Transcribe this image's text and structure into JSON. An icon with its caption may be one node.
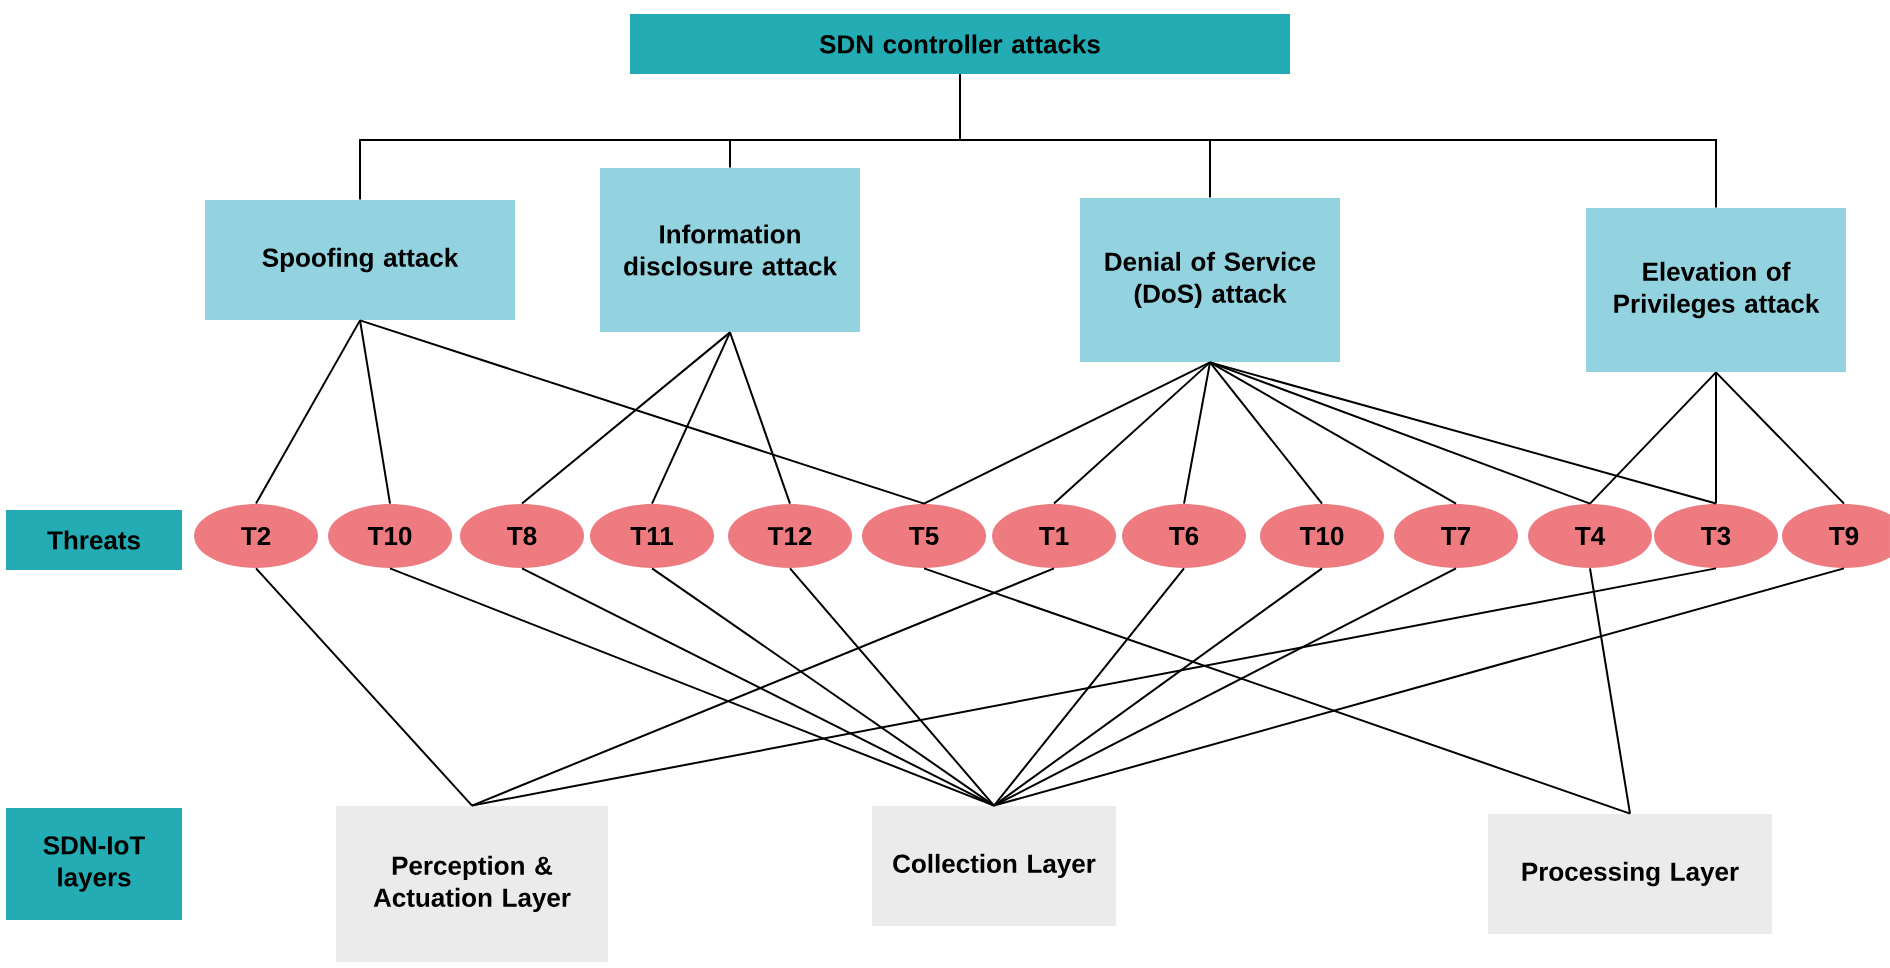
{
  "diagram": {
    "nodes": [
      {
        "text": [
          "SDN controller attacks"
        ]
      },
      {
        "text": [
          "Spoofing attack"
        ]
      },
      {
        "text": [
          "Information disclosure attack"
        ]
      },
      {
        "text": [
          "Denial of Service (DoS) attack"
        ]
      },
      {
        "text": [
          "Elevation of Privileges attack"
        ]
      },
      {
        "text": [
          "Threats"
        ]
      },
      {
        "text": [
          "T2"
        ]
      },
      {
        "text": [
          "T10"
        ]
      },
      {
        "text": [
          "T8"
        ]
      },
      {
        "text": [
          "T11"
        ]
      },
      {
        "text": [
          "T12"
        ]
      },
      {
        "text": [
          "T5"
        ]
      },
      {
        "text": [
          "T1"
        ]
      },
      {
        "text": [
          "T6"
        ]
      },
      {
        "text": [
          "T10"
        ]
      },
      {
        "text": [
          "T7"
        ]
      },
      {
        "text": [
          "T4"
        ]
      },
      {
        "text": [
          "T3"
        ]
      },
      {
        "text": [
          "T9"
        ]
      },
      {
        "text": [
          "SDN-IoT layers"
        ]
      },
      {
        "text": [
          "Perception & Actuation Layer"
        ]
      },
      {
        "text": [
          "Collection Layer"
        ]
      },
      {
        "text": [
          "Processing Layer"
        ]
      }
    ],
    "edges": [
      {
        "from": 0,
        "to": 1,
        "arrow": "none"
      },
      {
        "from": 0,
        "to": 2,
        "arrow": "none"
      },
      {
        "from": 0,
        "to": 3,
        "arrow": "none"
      },
      {
        "from": 0,
        "to": 4,
        "arrow": "none"
      },
      {
        "from": 1,
        "to": 6,
        "arrow": "none"
      },
      {
        "from": 1,
        "to": 7,
        "arrow": "none"
      },
      {
        "from": 1,
        "to": 11,
        "arrow": "none"
      },
      {
        "from": 2,
        "to": 8,
        "arrow": "none"
      },
      {
        "from": 2,
        "to": 9,
        "arrow": "none"
      },
      {
        "from": 2,
        "to": 10,
        "arrow": "none"
      },
      {
        "from": 3,
        "to": 11,
        "arrow": "none"
      },
      {
        "from": 3,
        "to": 12,
        "arrow": "none"
      },
      {
        "from": 3,
        "to": 13,
        "arrow": "none"
      },
      {
        "from": 3,
        "to": 14,
        "arrow": "none"
      },
      {
        "from": 3,
        "to": 15,
        "arrow": "none"
      },
      {
        "from": 3,
        "to": 16,
        "arrow": "none"
      },
      {
        "from": 3,
        "to": 17,
        "arrow": "none"
      },
      {
        "from": 4,
        "to": 16,
        "arrow": "none"
      },
      {
        "from": 4,
        "to": 17,
        "arrow": "none"
      },
      {
        "from": 4,
        "to": 18,
        "arrow": "none"
      },
      {
        "from": 6,
        "to": 20,
        "arrow": "none"
      },
      {
        "from": 7,
        "to": 21,
        "arrow": "none"
      },
      {
        "from": 8,
        "to": 21,
        "arrow": "none"
      },
      {
        "from": 9,
        "to": 21,
        "arrow": "none"
      },
      {
        "from": 10,
        "to": 21,
        "arrow": "none"
      },
      {
        "from": 11,
        "to": 22,
        "arrow": "none"
      },
      {
        "from": 12,
        "to": 20,
        "arrow": "none"
      },
      {
        "from": 13,
        "to": 21,
        "arrow": "none"
      },
      {
        "from": 14,
        "to": 21,
        "arrow": "none"
      },
      {
        "from": 15,
        "to": 21,
        "arrow": "none"
      },
      {
        "from": 16,
        "to": 22,
        "arrow": "none"
      },
      {
        "from": 17,
        "to": 20,
        "arrow": "none"
      },
      {
        "from": 18,
        "to": 21,
        "arrow": "none"
      }
    ]
  }
}
